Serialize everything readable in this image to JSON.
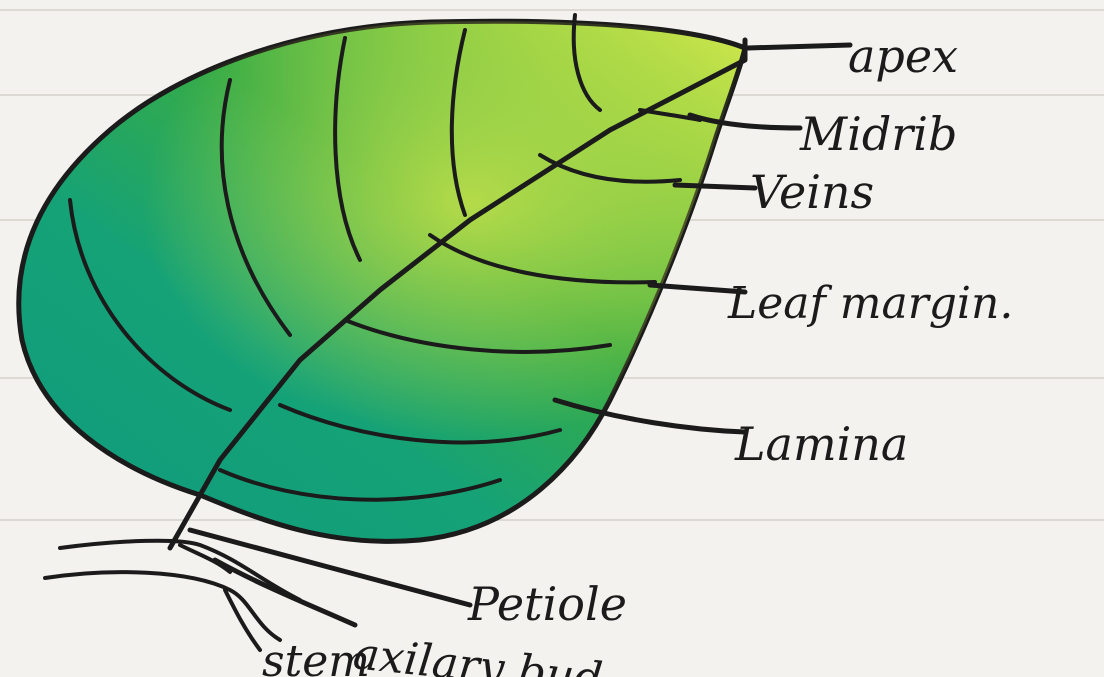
{
  "diagram": {
    "labels": {
      "apex": "apex",
      "midrib": "Midrib",
      "veins": "Veins",
      "leaf_margin": "Leaf margin.",
      "lamina": "Lamina",
      "petiole": "Petiole",
      "axillary_bud": "axilary bud",
      "stem": "stem"
    },
    "colors": {
      "paper": "#f4f2ee",
      "ink": "#1b1b1b",
      "leaf_dark": "#0f9b7c",
      "leaf_mid": "#31a54c",
      "leaf_light": "#b9de46"
    }
  }
}
